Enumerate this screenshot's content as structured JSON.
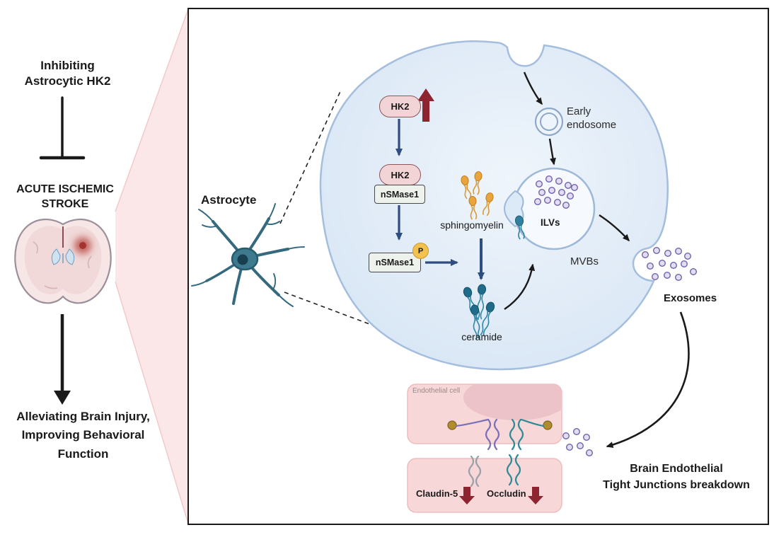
{
  "left_panel": {
    "inhibiting_label": "Inhibiting\nAstrocytic HK2",
    "stroke_label": "ACUTE ISCHEMIC\nSTROKE",
    "outcome_label": "Alleviating Brain Injury,\nImproving Behavioral\nFunction"
  },
  "cell_diagram": {
    "astrocyte_label": "Astrocyte",
    "hk2_upper": "HK2",
    "hk2_lower": "HK2",
    "nsmase1_upper": "nSMase1",
    "nsmase1_lower": "nSMase1",
    "phospho_badge": "P",
    "sphingomyelin_label": "sphingomyelin",
    "ceramide_label": "ceramide",
    "early_endosome_label": "Early\nendosome",
    "ilvs_label": "ILVs",
    "mvbs_label": "MVBs",
    "exosomes_label": "Exosomes"
  },
  "endothelium": {
    "endothelial_cell_label": "Endothelial cell",
    "claudin_label": "Claudin-5",
    "occludin_label": "Occludin",
    "breakdown_label": "Brain Endothelial\nTight Junctions breakdown"
  },
  "colors": {
    "funnel_pink": "#fbe7e7",
    "astrocyte_cell_fill": "#dce9f6",
    "astrocyte_cell_stroke": "#a5bedd",
    "hk2_fill": "#f2d4d6",
    "hk2_stroke": "#8b565c",
    "nsmase_fill": "#eef2ec",
    "phospho_yellow": "#f2c14e",
    "red_change_arrow": "#8e2430",
    "pathway_arrow_blue": "#2e4d80",
    "exosome_fill": "#e3ddf1",
    "exosome_stroke": "#7163ae",
    "endothelial_fill": "#f7d7d8",
    "sphingomyelin_orange": "#e9a43c",
    "ceramide_teal": "#1f6b8a",
    "stroke_lesion_red": "#b23b33"
  }
}
